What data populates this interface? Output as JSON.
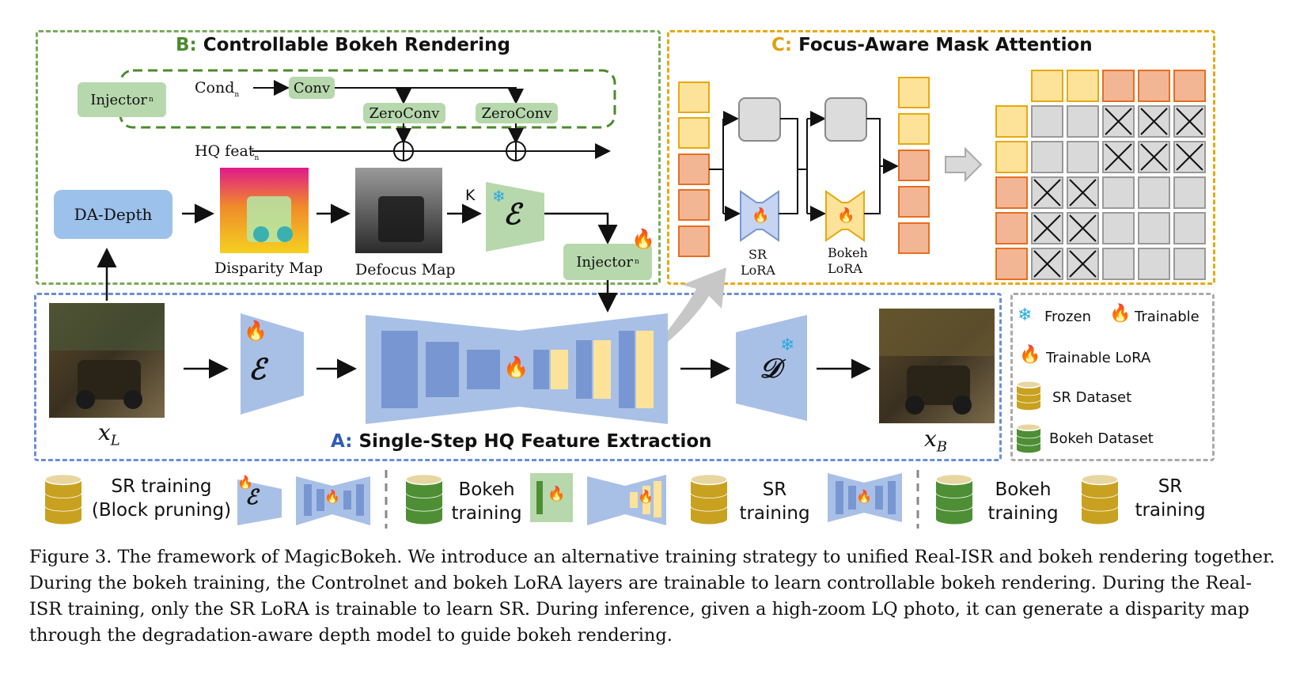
{
  "sections": {
    "b": {
      "tag": "B:",
      "title": " Controllable Bokeh Rendering"
    },
    "c": {
      "tag": "C:",
      "title": " Focus-Aware Mask Attention"
    },
    "a": {
      "tag": "A:",
      "title": " Single-Step HQ Feature Extraction"
    }
  },
  "nodes": {
    "injector_top": "Injector",
    "injector_top_sub": "n",
    "cond": "Cond",
    "cond_sub": "n",
    "conv": "Conv",
    "zeroconv1": "ZeroConv",
    "zeroconv2": "ZeroConv",
    "hq_feat": "HQ feat",
    "hq_feat_sub": "n",
    "da_depth": "DA-Depth",
    "disparity_map": "Disparity Map",
    "defocus_map": "Defocus Map",
    "k_label": "K",
    "encoder_symbol": "ℰ",
    "injector_bottom": "Injector",
    "injector_bottom_sub": "n",
    "x_l": "x",
    "x_l_sub": "L",
    "x_b": "x",
    "x_b_sub": "B",
    "decoder_symbol": "𝒟"
  },
  "focus_attention": {
    "sr_lora": [
      "SR",
      "LoRA"
    ],
    "bokeh_lora": [
      "Bokeh",
      "LoRA"
    ]
  },
  "legend": {
    "frozen": "Frozen",
    "trainable": "Trainable",
    "trainable_lora": "Trainable LoRA",
    "sr_dataset": "SR Dataset",
    "bokeh_dataset": "Bokeh Dataset"
  },
  "training_strip": {
    "sr_block": [
      "SR training",
      "(Block pruning)"
    ],
    "bokeh1": [
      "Bokeh",
      "training"
    ],
    "sr1": [
      "SR",
      "training"
    ],
    "bokeh2": [
      "Bokeh",
      "training"
    ],
    "sr2": [
      "SR",
      "training"
    ]
  },
  "caption": "Figure 3. The framework of MagicBokeh. We introduce an alternative training strategy to unified Real-ISR and bokeh rendering together. During the bokeh training, the Controlnet and bokeh LoRA layers are trainable to learn controllable bokeh rendering. During the Real-ISR training, only the SR LoRA is trainable to learn SR. During inference, given a high-zoom LQ photo, it can generate a disparity map through the degradation-aware depth model to guide bokeh rendering.",
  "colors": {
    "green_box": "#7aaa5a",
    "orange_box": "#e8a810",
    "blue_box": "#6a8fd4",
    "yellow_token": "#fde39a",
    "orange_token": "#f3b694",
    "gray_cell": "#d9d9d9",
    "sr_db": "#c9a120",
    "bokeh_db": "#4e8f35"
  }
}
